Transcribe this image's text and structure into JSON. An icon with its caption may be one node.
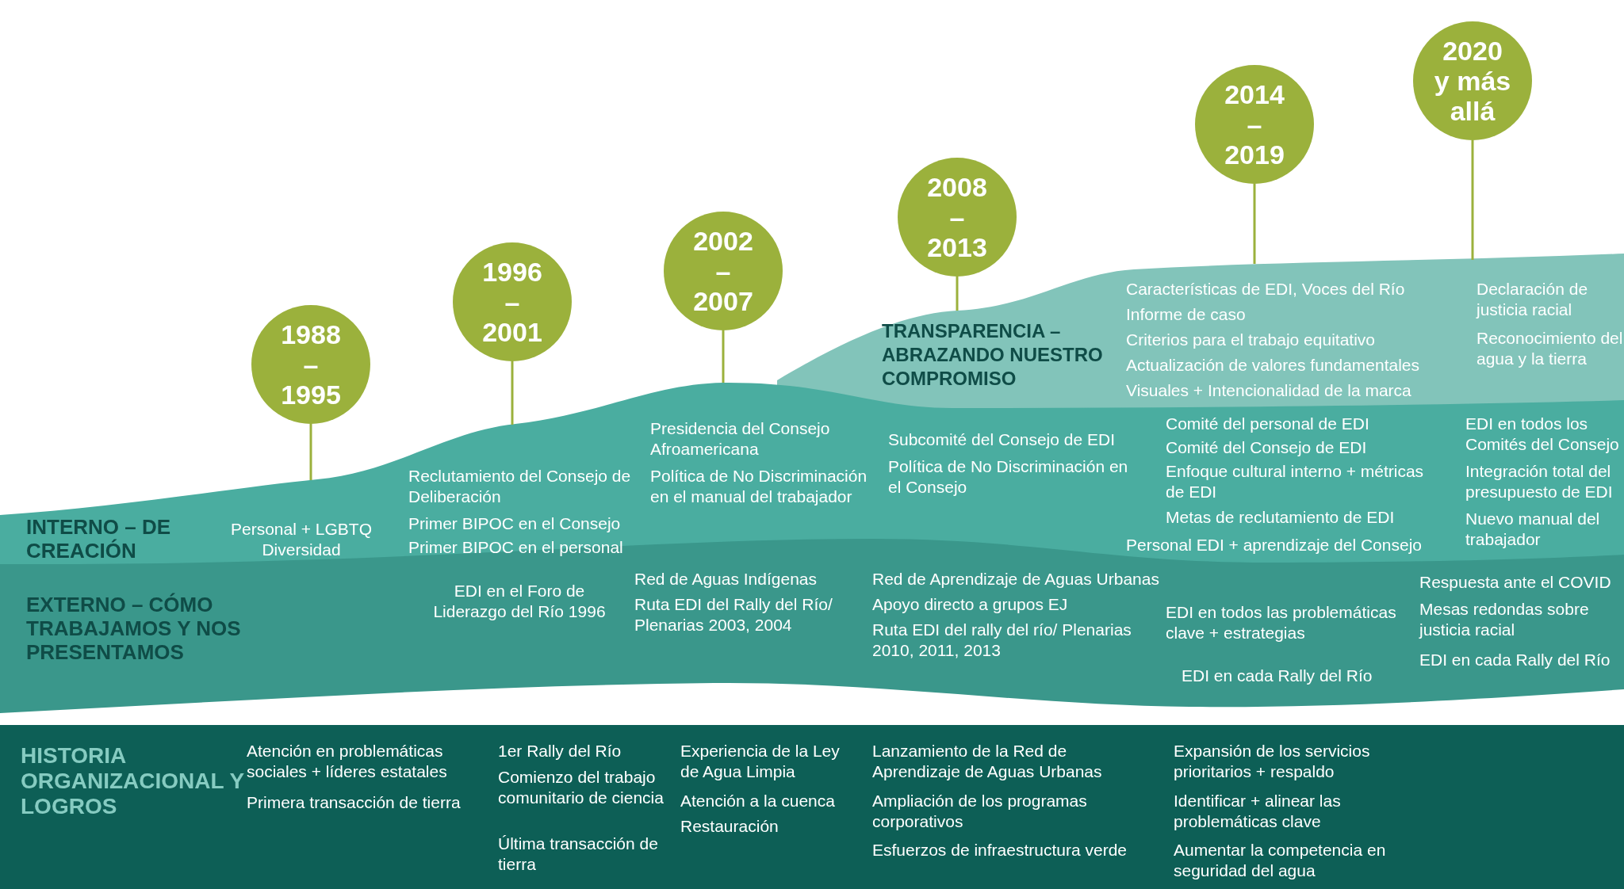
{
  "diagram": {
    "nodes": [
      {
        "text": [
          "1988 – 1995"
        ]
      },
      {
        "text": [
          "1996 – 2001"
        ]
      },
      {
        "text": [
          "2002 – 2007"
        ]
      },
      {
        "text": [
          "2008 – 2013"
        ]
      },
      {
        "text": [
          "2014 – 2019"
        ]
      },
      {
        "text": [
          "2020 y más allá"
        ]
      },
      {
        "text": [
          "TRANSPARENCIA – ABRAZANDO NUESTRO COMPROMISO",
          "Características de EDI, Voces del Río",
          "Informe de caso",
          "Criterios para el trabajo equitativo",
          "Actualización de valores fundamentales",
          "Visuales + Intencionalidad de la marca",
          "Declaración de justicia racial",
          "Reconocimiento del agua y la tierra"
        ]
      },
      {
        "text": [
          "INTERNO – DE CREACIÓN",
          "Personal + LGBTQ Diversidad",
          "Reclutamiento del Consejo de Deliberación",
          "Primer BIPOC en el Consejo",
          "Primer BIPOC en el personal",
          "Presidencia del Consejo Afroamericana",
          "Política de No Discriminación en el manual del trabajador",
          "Subcomité del Consejo de EDI",
          "Política de No Discriminación en el Consejo",
          "Comité del personal de EDI",
          "Comité del Consejo de EDI",
          "Enfoque cultural interno + métricas de EDI",
          "Metas de reclutamiento de EDI",
          "Personal EDI + aprendizaje del Consejo",
          "EDI en todos los Comités del Consejo",
          "Integración total del presupuesto de EDI",
          "Nuevo manual del trabajador"
        ]
      },
      {
        "text": [
          "EXTERNO – CÓMO TRABAJAMOS Y NOS PRESENTAMOS",
          "EDI en el Foro de Liderazgo del Río 1996",
          "Red de Aguas Indígenas",
          "Ruta EDI del Rally del Río/ Plenarias 2003, 2004",
          "Red de Aprendizaje de Aguas Urbanas",
          "Apoyo directo a grupos EJ",
          "Ruta EDI del rally del río/ Plenarias 2010, 2011, 2013",
          "EDI en todos las problemáticas clave + estrategias",
          "EDI en cada Rally del Río",
          "Respuesta ante el COVID",
          "Mesas redondas sobre justicia racial",
          "EDI en cada Rally del Río"
        ]
      },
      {
        "text": [
          "HISTORIA ORGANIZACIONAL Y LOGROS",
          "Atención en problemáticas sociales + líderes estatales",
          "Primera transacción de tierra",
          "1er Rally del Río",
          "Comienzo del trabajo comunitario de ciencia",
          "Última transacción de tierra",
          "Experiencia de la Ley de Agua Limpia",
          "Atención a la cuenca",
          "Restauración",
          "Lanzamiento de la Red de Aprendizaje de Aguas Urbanas",
          "Ampliación de los programas corporativos",
          "Esfuerzos de infraestructura verde",
          "Expansión de los servicios prioritarios + respaldo",
          "Identificar + alinear las problemáticas clave",
          "Aumentar la competencia en seguridad del agua"
        ]
      }
    ],
    "edges": [
      {
        "from": 0,
        "to": 7,
        "arrow": "none"
      },
      {
        "from": 1,
        "to": 7,
        "arrow": "none"
      },
      {
        "from": 2,
        "to": 7,
        "arrow": "none"
      },
      {
        "from": 3,
        "to": 6,
        "arrow": "none"
      },
      {
        "from": 4,
        "to": 6,
        "arrow": "none"
      },
      {
        "from": 5,
        "to": 6,
        "arrow": "none"
      }
    ]
  }
}
